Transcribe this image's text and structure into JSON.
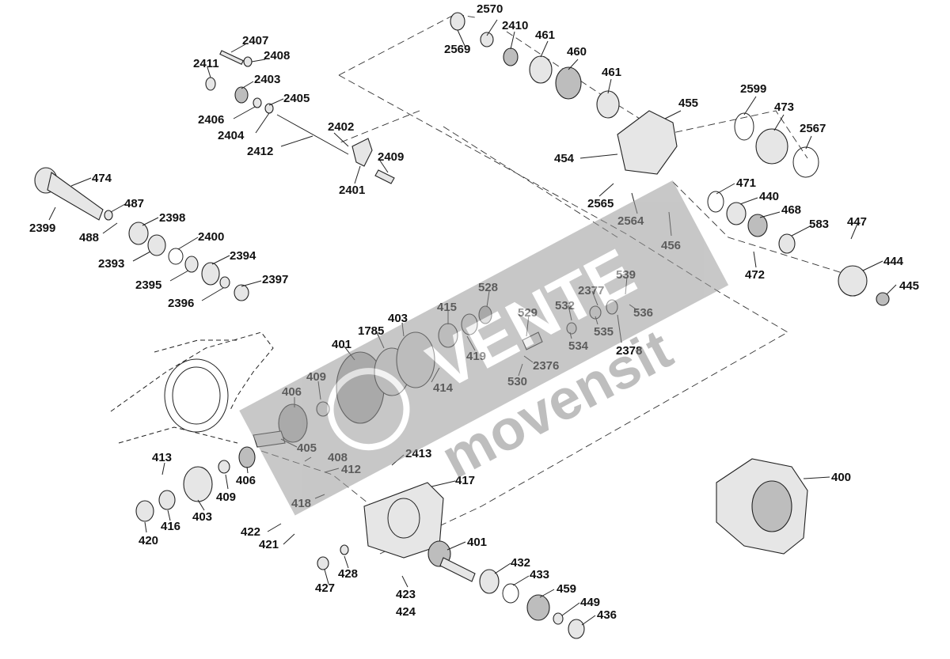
{
  "diagram": {
    "labels": [
      "2570",
      "2410",
      "461",
      "2569",
      "460",
      "461",
      "455",
      "2599",
      "473",
      "2567",
      "2407",
      "2408",
      "2411",
      "2403",
      "2405",
      "2406",
      "2404",
      "2402",
      "2412",
      "2409",
      "2401",
      "454",
      "471",
      "440",
      "2565",
      "2564",
      "468",
      "447",
      "583",
      "456",
      "472",
      "444",
      "445",
      "474",
      "487",
      "2399",
      "488",
      "2398",
      "2400",
      "2393",
      "2394",
      "2395",
      "2397",
      "2396",
      "528",
      "539",
      "2377",
      "415",
      "532",
      "536",
      "403",
      "1785",
      "529",
      "535",
      "401",
      "419",
      "534",
      "2378",
      "2376",
      "530",
      "414",
      "409",
      "406",
      "405",
      "413",
      "408",
      "2413",
      "412",
      "417",
      "406",
      "409",
      "418",
      "403",
      "416",
      "420",
      "422",
      "421",
      "401",
      "428",
      "432",
      "427",
      "433",
      "459",
      "423",
      "449",
      "424",
      "436",
      "400"
    ]
  },
  "watermark": {
    "brand": "VENTE",
    "sub": "movensit"
  }
}
